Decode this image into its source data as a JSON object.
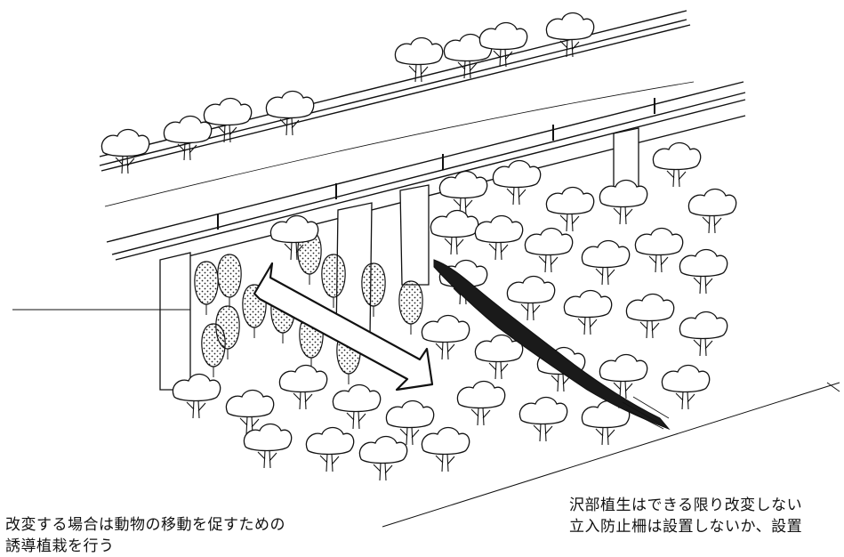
{
  "captions": {
    "left": {
      "line1": "改変する場合は動物の移動を促すための",
      "line2": "誘導植栽を行う"
    },
    "right": {
      "line1": "沢部植生はできる限り改変しない",
      "line2": "立入防止柵は設置しないか、設置"
    }
  },
  "colors": {
    "ink": "#111111",
    "paper": "#ffffff",
    "stream": "#1a1a1a"
  },
  "icons": {
    "movement": "double-arrow-icon"
  }
}
